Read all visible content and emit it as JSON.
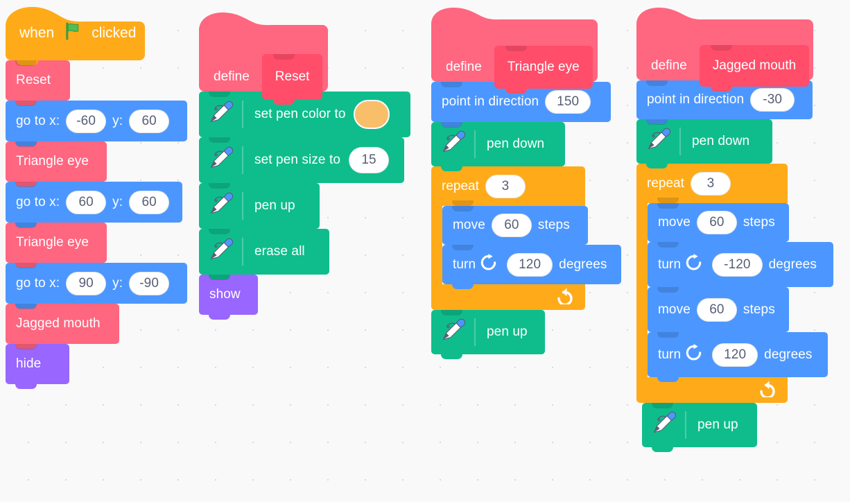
{
  "workspace": {
    "background_color": "#f9f9f9",
    "grid_dot_color": "#d9d9d9"
  },
  "palette": {
    "motion": "#4c97ff",
    "looks": "#9966ff",
    "events": "#ffab19",
    "control": "#ffab19",
    "pen": "#0fbd8c",
    "custom": "#ff6680",
    "custom_proto": "#ff4d6a",
    "pen_color_swatch": "#f9be6a",
    "input_text": "#575e75"
  },
  "scripts": [
    {
      "id": "main-script",
      "hat": {
        "pre": "when",
        "icon": "green-flag-icon",
        "post": "clicked"
      },
      "blocks": [
        {
          "type": "custom-call",
          "label": "Reset"
        },
        {
          "type": "motion",
          "label_a": "go to x:",
          "value_x": "-60",
          "label_b": "y:",
          "value_y": "60"
        },
        {
          "type": "custom-call",
          "label": "Triangle eye"
        },
        {
          "type": "motion",
          "label_a": "go to x:",
          "value_x": "60",
          "label_b": "y:",
          "value_y": "60"
        },
        {
          "type": "custom-call",
          "label": "Triangle eye"
        },
        {
          "type": "motion",
          "label_a": "go to x:",
          "value_x": "90",
          "label_b": "y:",
          "value_y": "-90"
        },
        {
          "type": "custom-call",
          "label": "Jagged mouth"
        },
        {
          "type": "looks",
          "label": "hide"
        }
      ]
    },
    {
      "id": "reset-definition",
      "define_word": "define",
      "proc_name": "Reset",
      "blocks": [
        {
          "type": "pen",
          "icon": "pen-icon",
          "label": "set pen color to",
          "input": "color-swatch",
          "color": "#f9be6a"
        },
        {
          "type": "pen",
          "icon": "pen-icon",
          "label": "set pen size to",
          "value": "15"
        },
        {
          "type": "pen",
          "icon": "pen-icon",
          "label": "pen up"
        },
        {
          "type": "pen",
          "icon": "pen-icon",
          "label": "erase all"
        },
        {
          "type": "looks",
          "label": "show"
        }
      ]
    },
    {
      "id": "triangle-eye-definition",
      "define_word": "define",
      "proc_name": "Triangle eye",
      "blocks": [
        {
          "type": "motion",
          "label": "point in direction",
          "value": "150"
        },
        {
          "type": "pen",
          "icon": "pen-icon",
          "label": "pen down"
        },
        {
          "type": "control-repeat",
          "label": "repeat",
          "value": "3",
          "loop_icon": "loop-arrow-icon",
          "children": [
            {
              "type": "motion",
              "label_a": "move",
              "value": "60",
              "label_b": "steps"
            },
            {
              "type": "motion",
              "label_a": "turn",
              "icon": "turn-clockwise-icon",
              "value": "120",
              "label_b": "degrees"
            }
          ]
        },
        {
          "type": "pen",
          "icon": "pen-icon",
          "label": "pen up"
        }
      ]
    },
    {
      "id": "jagged-mouth-definition",
      "define_word": "define",
      "proc_name": "Jagged mouth",
      "blocks": [
        {
          "type": "motion",
          "label": "point in direction",
          "value": "-30"
        },
        {
          "type": "pen",
          "icon": "pen-icon",
          "label": "pen down"
        },
        {
          "type": "control-repeat",
          "label": "repeat",
          "value": "3",
          "loop_icon": "loop-arrow-icon",
          "children": [
            {
              "type": "motion",
              "label_a": "move",
              "value": "60",
              "label_b": "steps"
            },
            {
              "type": "motion",
              "label_a": "turn",
              "icon": "turn-clockwise-icon",
              "value": "-120",
              "label_b": "degrees"
            },
            {
              "type": "motion",
              "label_a": "move",
              "value": "60",
              "label_b": "steps"
            },
            {
              "type": "motion",
              "label_a": "turn",
              "icon": "turn-clockwise-icon",
              "value": "120",
              "label_b": "degrees"
            }
          ]
        },
        {
          "type": "pen",
          "icon": "pen-icon",
          "label": "pen up"
        }
      ]
    }
  ]
}
